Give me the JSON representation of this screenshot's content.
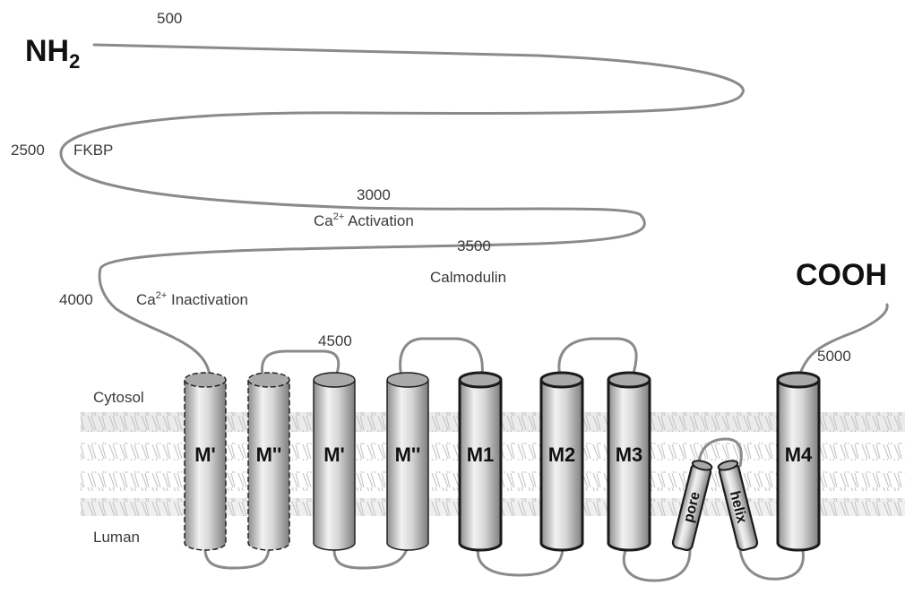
{
  "termini": {
    "n": "NH",
    "n_sub": "2",
    "c": "COOH"
  },
  "residue_marks": {
    "r500": "500",
    "r2500": "2500",
    "r3000": "3000",
    "r3500": "3500",
    "r4000": "4000",
    "r4500": "4500",
    "r5000": "5000"
  },
  "sites": {
    "fkbp": "FKBP",
    "ca_act_pre": "Ca",
    "ca_act_sup": "2+",
    "ca_act_post": " Activation",
    "calmodulin": "Calmodulin",
    "ca_inact_pre": "Ca",
    "ca_inact_sup": "2+",
    "ca_inact_post": " Inactivation"
  },
  "compartments": {
    "cytosol": "Cytosol",
    "lumen": "Luman"
  },
  "segments": [
    {
      "label": "M'",
      "style": "dashed"
    },
    {
      "label": "M''",
      "style": "dashed"
    },
    {
      "label": "M'",
      "style": "thin"
    },
    {
      "label": "M''",
      "style": "thin"
    },
    {
      "label": "M1",
      "style": "bold"
    },
    {
      "label": "M2",
      "style": "bold"
    },
    {
      "label": "M3",
      "style": "bold"
    },
    {
      "label": "M4",
      "style": "bold"
    }
  ],
  "pore": {
    "left": "pore",
    "right": "helix"
  },
  "colors": {
    "chain": "#8a8a8a",
    "cap": "#a9a9a9",
    "outline": "#1a1a1a",
    "membrane": "#cfcfcf"
  }
}
